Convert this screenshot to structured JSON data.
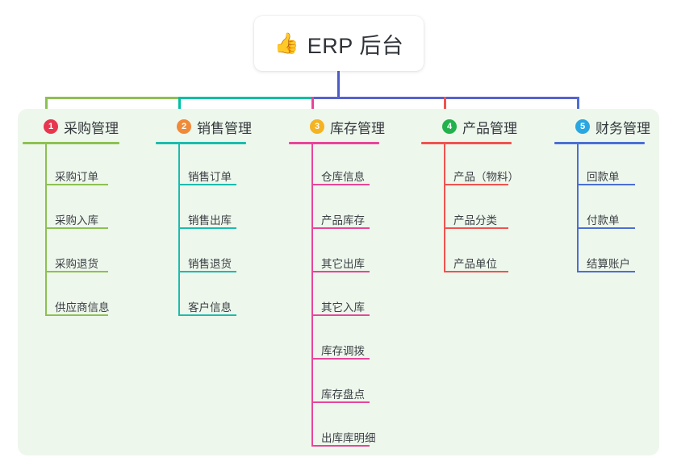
{
  "root": {
    "icon": "thumbs-up-icon",
    "emoji": "👍",
    "title": "ERP 后台"
  },
  "colors": {
    "panel_bg": "#eef7ec",
    "page_bg": "#ffffff",
    "root_stem": "#4b5cc4",
    "bus_left": "#8cc152",
    "bus_mid": "#00bfa5",
    "bus_right": "#5663cf",
    "text": "#33383d"
  },
  "columns": [
    {
      "index": "1",
      "title": "采购管理",
      "badge_color": "#e8364f",
      "line_color": "#8cc152",
      "items": [
        "采购订单",
        "采购入库",
        "采购退货",
        "供应商信息"
      ]
    },
    {
      "index": "2",
      "title": "销售管理",
      "badge_color": "#f08a38",
      "line_color": "#1bbcae",
      "items": [
        "销售订单",
        "销售出库",
        "销售退货",
        "客户信息"
      ]
    },
    {
      "index": "3",
      "title": "库存管理",
      "badge_color": "#f5b323",
      "line_color": "#e8459a",
      "items": [
        "仓库信息",
        "产品库存",
        "其它出库",
        "其它入库",
        "库存调拨",
        "库存盘点",
        "出库库明细"
      ]
    },
    {
      "index": "4",
      "title": "产品管理",
      "badge_color": "#22b14c",
      "line_color": "#ef5350",
      "items": [
        "产品（物料）",
        "产品分类",
        "产品单位"
      ]
    },
    {
      "index": "5",
      "title": "财务管理",
      "badge_color": "#29a7e1",
      "line_color": "#4b6fd4",
      "items": [
        "回款单",
        "付款单",
        "结算账户"
      ]
    }
  ]
}
